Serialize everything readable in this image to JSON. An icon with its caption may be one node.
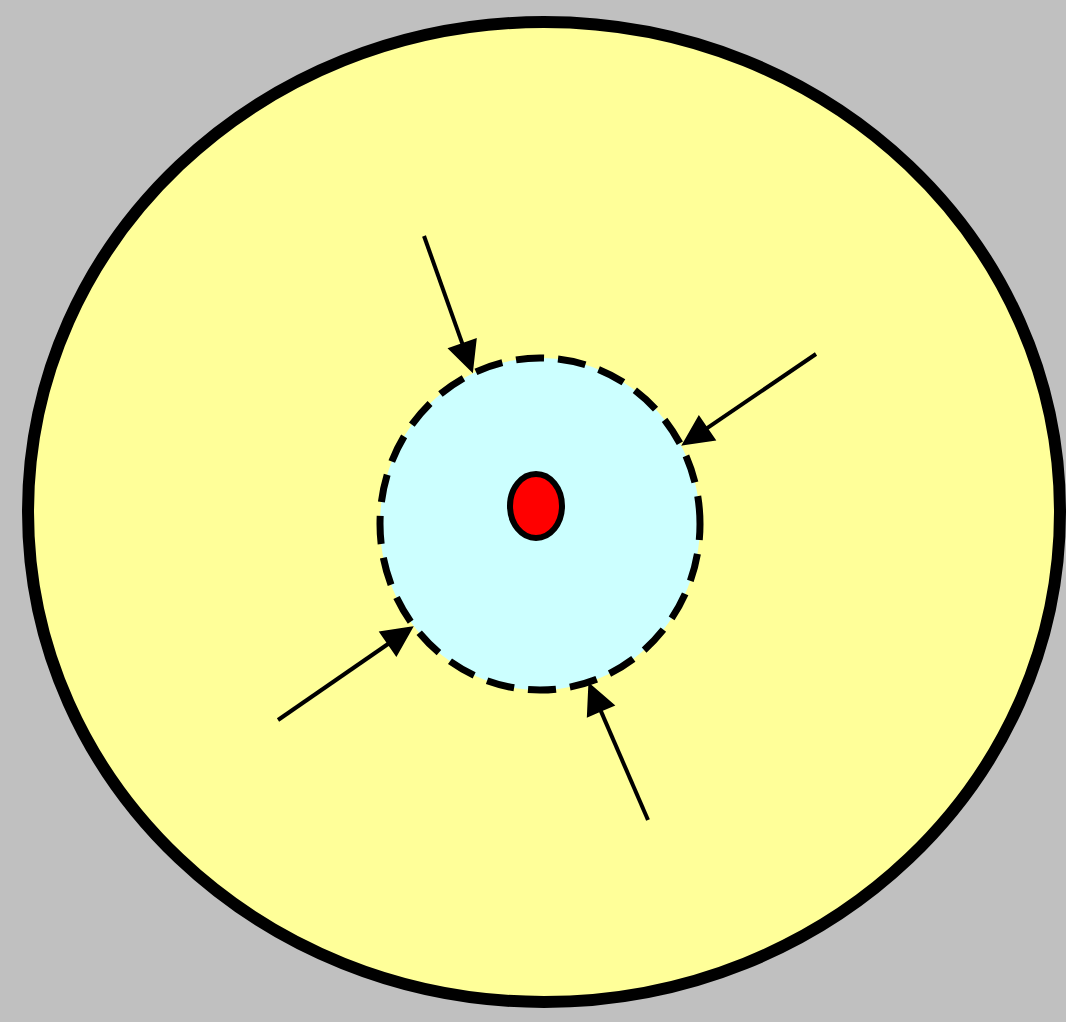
{
  "diagram": {
    "nodes": [
      {
        "text": [],
        "shape": "circle"
      },
      {
        "text": [],
        "shape": "circle",
        "in": 0
      },
      {
        "text": [],
        "shape": "circle",
        "in": 1
      }
    ],
    "edges": [
      {
        "from": null,
        "to": 1,
        "arrow": "to"
      },
      {
        "from": null,
        "to": 1,
        "arrow": "to"
      },
      {
        "from": null,
        "to": 1,
        "arrow": "to"
      },
      {
        "from": null,
        "to": 1,
        "arrow": "to"
      }
    ]
  }
}
